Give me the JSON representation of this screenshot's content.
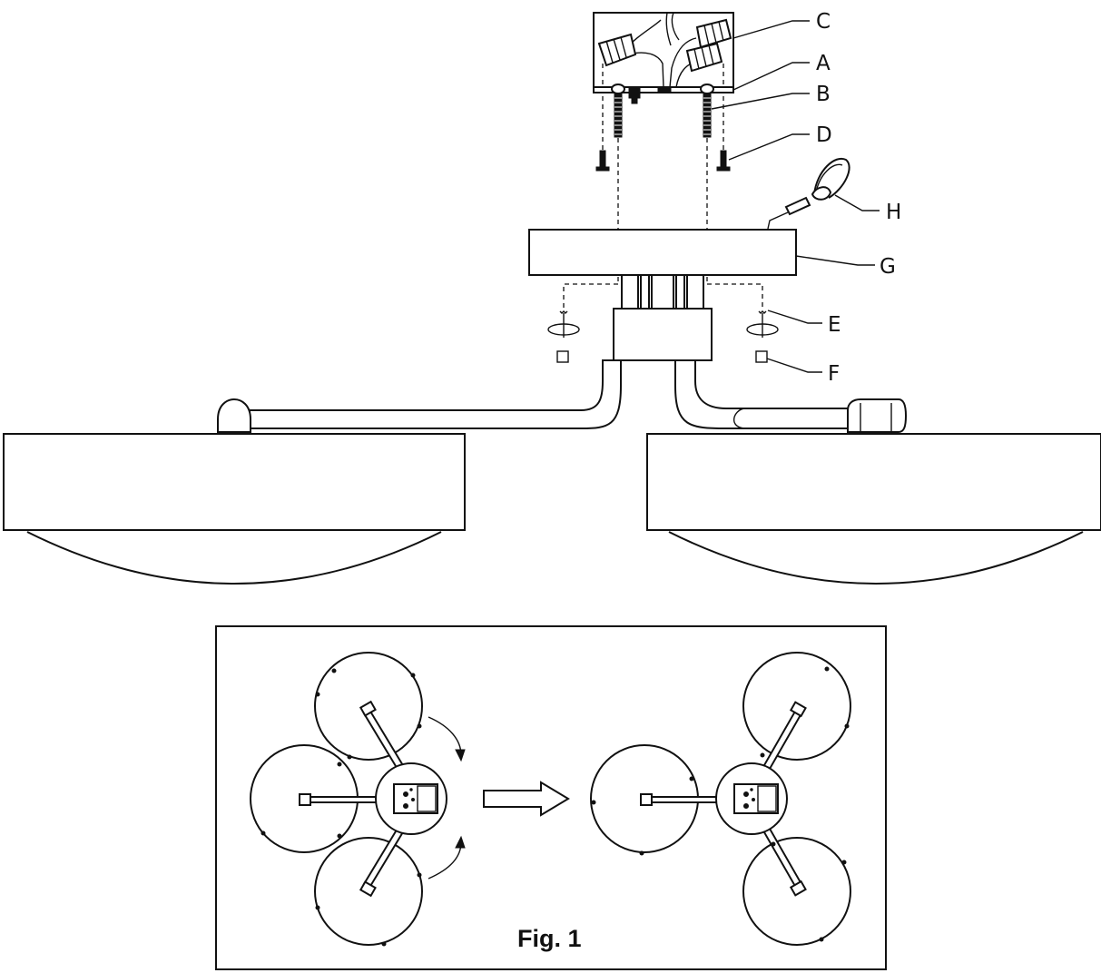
{
  "labels": {
    "A": "A",
    "B": "B",
    "C": "C",
    "D": "D",
    "E": "E",
    "F": "F",
    "G": "G",
    "H": "H"
  },
  "figure_caption": "Fig. 1"
}
